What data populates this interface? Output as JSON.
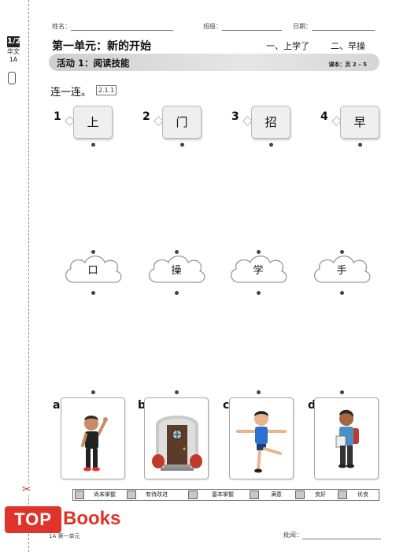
{
  "header": {
    "name_label": "姓名：",
    "class_label": "班级：",
    "date_label": "日期："
  },
  "side": {
    "logo_text": "1/2",
    "subject": "华文",
    "grade": "1A"
  },
  "unit": {
    "title": "第一单元：新的开始",
    "lesson_one": "一、上学了",
    "lesson_two": "二、早操"
  },
  "activity": {
    "label": "活动 1：阅读技能",
    "textbook_ref": "课本：页 2 – 5"
  },
  "instruction": {
    "text": "连一连。",
    "code": "2.1.1"
  },
  "cards": [
    {
      "num": "1",
      "char": "上"
    },
    {
      "num": "2",
      "char": "门"
    },
    {
      "num": "3",
      "char": "招"
    },
    {
      "num": "4",
      "char": "早"
    }
  ],
  "clouds": [
    {
      "char": "口"
    },
    {
      "char": "操"
    },
    {
      "char": "学"
    },
    {
      "char": "手"
    }
  ],
  "pictures": [
    {
      "letter": "a",
      "scene": "boy-waving"
    },
    {
      "letter": "b",
      "scene": "door"
    },
    {
      "letter": "c",
      "scene": "boy-exercising"
    },
    {
      "letter": "d",
      "scene": "boy-with-backpack"
    }
  ],
  "rating": [
    "尚未掌握",
    "有待改进",
    "基本掌握",
    "满意",
    "良好",
    "优良"
  ],
  "footer": {
    "unit_label": "1A 第一单元",
    "review_label": "批阅："
  },
  "watermark": {
    "top": "TOP",
    "books": "Books"
  },
  "colors": {
    "watermark": "#e0332b",
    "activity_bar": "#d6d6d6",
    "card_fill": "#efefef"
  }
}
